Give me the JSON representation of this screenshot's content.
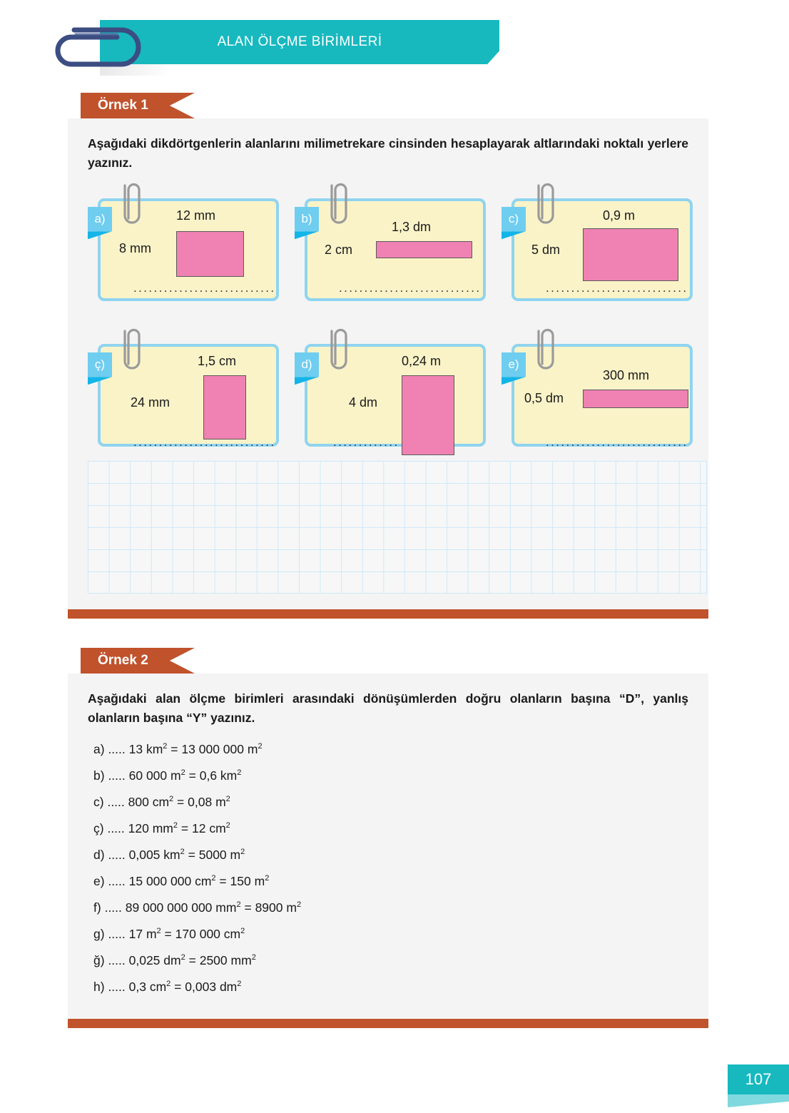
{
  "header": {
    "title": "ALAN ÖLÇME BİRİMLERİ",
    "banner_color": "#17b9bf",
    "clip_color": "#3c4d82"
  },
  "sections": [
    {
      "tab_label": "Örnek 1",
      "prompt": "Aşağıdaki dikdörtgenlerin alanlarını milimetrekare cinsinden hesaplayarak altlarındaki noktalı yerlere yazınız.",
      "accent_color": "#c0522c"
    },
    {
      "tab_label": "Örnek 2",
      "prompt": "Aşağıdaki alan ölçme birimleri arasındaki dönüşümlerden doğru olanların başına “D”, yanlış olanların başına “Y” yazınız.",
      "accent_color": "#c0522c"
    }
  ],
  "cards": [
    {
      "tab": "a)",
      "top_label": "12 mm",
      "side_label": "8 mm",
      "answer_dots": "............................"
    },
    {
      "tab": "b)",
      "top_label": "1,3 dm",
      "side_label": "2 cm",
      "answer_dots": "............................"
    },
    {
      "tab": "c)",
      "top_label": "0,9 m",
      "side_label": "5 dm",
      "answer_dots": "............................"
    },
    {
      "tab": "ç)",
      "top_label": "1,5 cm",
      "side_label": "24 mm",
      "answer_dots": "............................"
    },
    {
      "tab": "d)",
      "top_label": "0,24 m",
      "side_label": "4 dm",
      "answer_dots": "............."
    },
    {
      "tab": "e)",
      "top_label": "300 mm",
      "side_label": "0,5 dm",
      "answer_dots": "............................"
    }
  ],
  "card_colors": {
    "paper": "#faf3c8",
    "border": "#8fd4f0",
    "rectangle": "#ef82b2",
    "tab": "#6fcdf0"
  },
  "conversions": [
    {
      "letter": "a)",
      "blank": ".....",
      "left_value": "13",
      "left_unit": "km",
      "left_exp": "2",
      "right_value": "13 000 000",
      "right_unit": "m",
      "right_exp": "2"
    },
    {
      "letter": "b)",
      "blank": ".....",
      "left_value": "60 000",
      "left_unit": "m",
      "left_exp": "2",
      "right_value": "0,6",
      "right_unit": "km",
      "right_exp": "2"
    },
    {
      "letter": "c)",
      "blank": ".....",
      "left_value": "800",
      "left_unit": "cm",
      "left_exp": "2",
      "right_value": "0,08",
      "right_unit": "m",
      "right_exp": "2"
    },
    {
      "letter": "ç)",
      "blank": ".....",
      "left_value": "120",
      "left_unit": "mm",
      "left_exp": "2",
      "right_value": "12",
      "right_unit": "cm",
      "right_exp": "2"
    },
    {
      "letter": "d)",
      "blank": ".....",
      "left_value": "0,005",
      "left_unit": "km",
      "left_exp": "2",
      "right_value": "5000",
      "right_unit": "m",
      "right_exp": "2"
    },
    {
      "letter": "e)",
      "blank": ".....",
      "left_value": "15 000 000",
      "left_unit": "cm",
      "left_exp": "2",
      "right_value": "150",
      "right_unit": "m",
      "right_exp": "2"
    },
    {
      "letter": "f)",
      "blank": ".....",
      "left_value": "89 000 000 000",
      "left_unit": "mm",
      "left_exp": "2",
      "right_value": "8900",
      "right_unit": "m",
      "right_exp": "2"
    },
    {
      "letter": "g)",
      "blank": ".....",
      "left_value": "17",
      "left_unit": "m",
      "left_exp": "2",
      "right_value": "170 000",
      "right_unit": "cm",
      "right_exp": "2"
    },
    {
      "letter": "ğ)",
      "blank": ".....",
      "left_value": "0,025",
      "left_unit": "dm",
      "left_exp": "2",
      "right_value": "2500",
      "right_unit": "mm",
      "right_exp": "2"
    },
    {
      "letter": "h)",
      "blank": ".....",
      "left_value": "0,3",
      "left_unit": "cm",
      "left_exp": "2",
      "right_value": "0,003",
      "right_unit": "dm",
      "right_exp": "2"
    }
  ],
  "footer": {
    "page_number": "107",
    "badge_color": "#17b9bf"
  }
}
